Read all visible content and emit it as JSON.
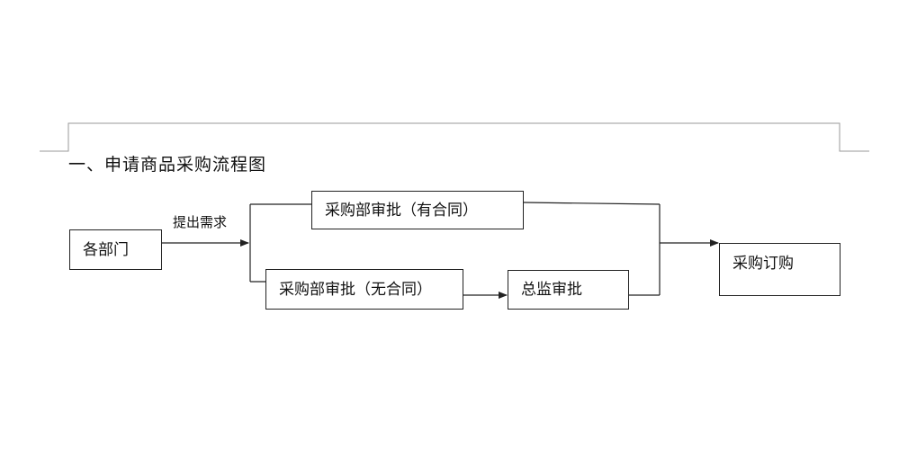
{
  "heading": "一、申请商品采购流程图",
  "nodes": {
    "dept": "各部门",
    "purchase_with_contract": "采购部审批（有合同）",
    "purchase_without_contract": "采购部审批（无合同）",
    "director": "总监审批",
    "order": "采购订购"
  },
  "edges": {
    "submit_request": "提出需求"
  },
  "colors": {
    "line": "#222222",
    "frame": "#9a9a9a"
  }
}
